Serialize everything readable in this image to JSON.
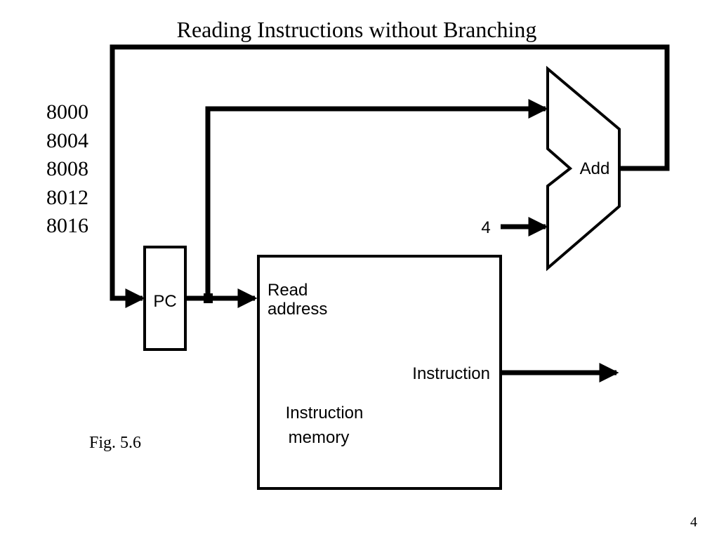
{
  "slide": {
    "title": "Reading Instructions without Branching",
    "addresses": [
      "8000",
      "8004",
      "8008",
      "8012",
      "8016"
    ],
    "figure_caption": "Fig. 5.6",
    "page_number": "4"
  },
  "diagram": {
    "pc_label": "PC",
    "adder_label": "Add",
    "constant_input": "4",
    "memory": {
      "read_address_line1": "Read",
      "read_address_line2": "address",
      "output_label": "Instruction",
      "name_line1": "Instruction",
      "name_line2": "memory"
    }
  }
}
